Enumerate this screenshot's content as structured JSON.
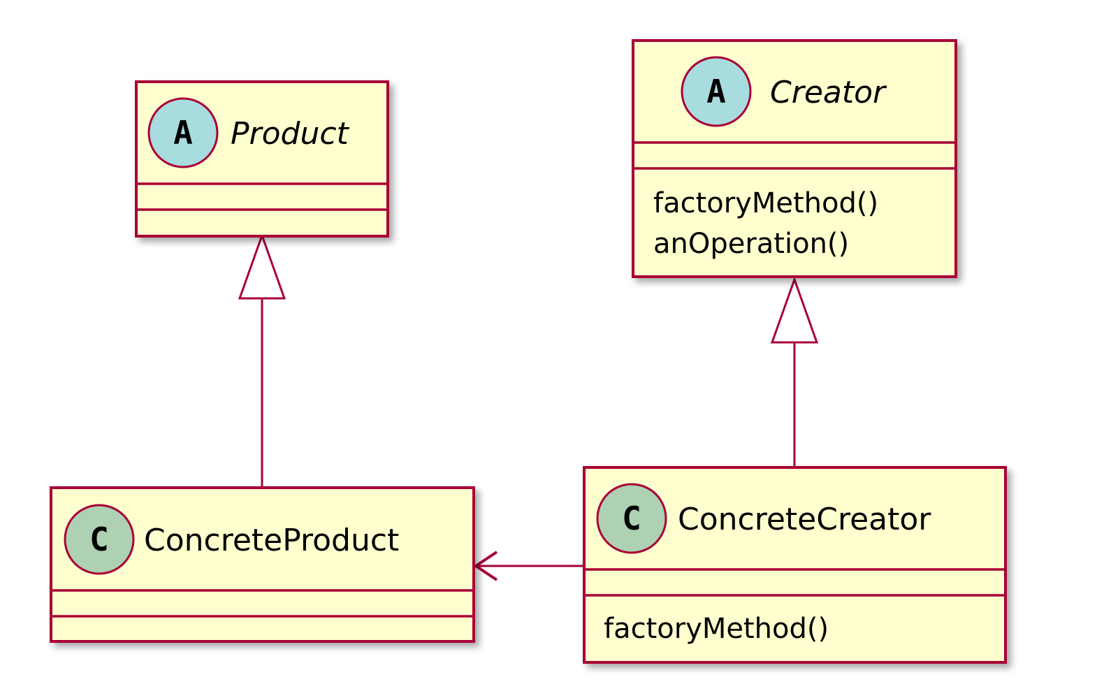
{
  "diagram": {
    "classes": {
      "product": {
        "stereotype": "A",
        "name": "Product",
        "abstract": true,
        "methods": []
      },
      "creator": {
        "stereotype": "A",
        "name": "Creator",
        "abstract": true,
        "methods": [
          "factoryMethod()",
          "anOperation()"
        ]
      },
      "concrete_product": {
        "stereotype": "C",
        "name": "ConcreteProduct",
        "abstract": false,
        "methods": []
      },
      "concrete_creator": {
        "stereotype": "C",
        "name": "ConcreteCreator",
        "abstract": false,
        "methods": [
          "factoryMethod()"
        ]
      }
    },
    "relations": [
      {
        "from": "ConcreteProduct",
        "to": "Product",
        "kind": "inheritance"
      },
      {
        "from": "ConcreteCreator",
        "to": "Creator",
        "kind": "inheritance"
      },
      {
        "from": "ConcreteCreator",
        "to": "ConcreteProduct",
        "kind": "association"
      }
    ],
    "colors": {
      "class_fill": "#FEFECE",
      "border": "#A80036",
      "abstract_badge": "#A9DCDF",
      "class_badge": "#ADD1B2"
    }
  }
}
